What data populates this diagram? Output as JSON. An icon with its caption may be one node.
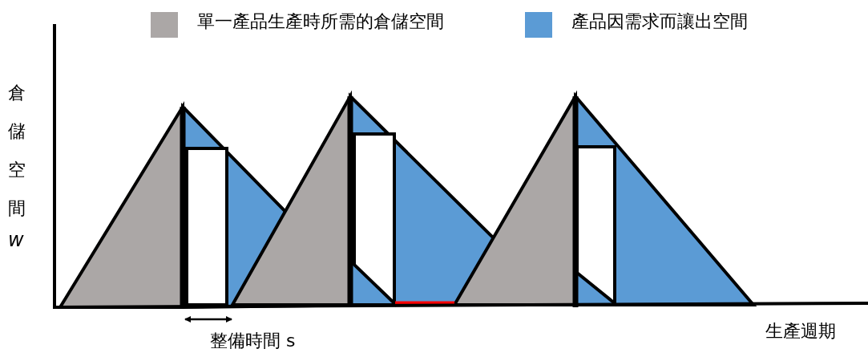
{
  "diagram": {
    "labels": [
      "倉儲空間",
      "w",
      "整備時間 s",
      "生產週期"
    ],
    "legend": [
      {
        "text": "單一產品生產時所需的倉儲空間",
        "color": "#aba7a6"
      },
      {
        "text": "產品因需求而讓出空間",
        "color": "#5b9bd5"
      }
    ]
  }
}
